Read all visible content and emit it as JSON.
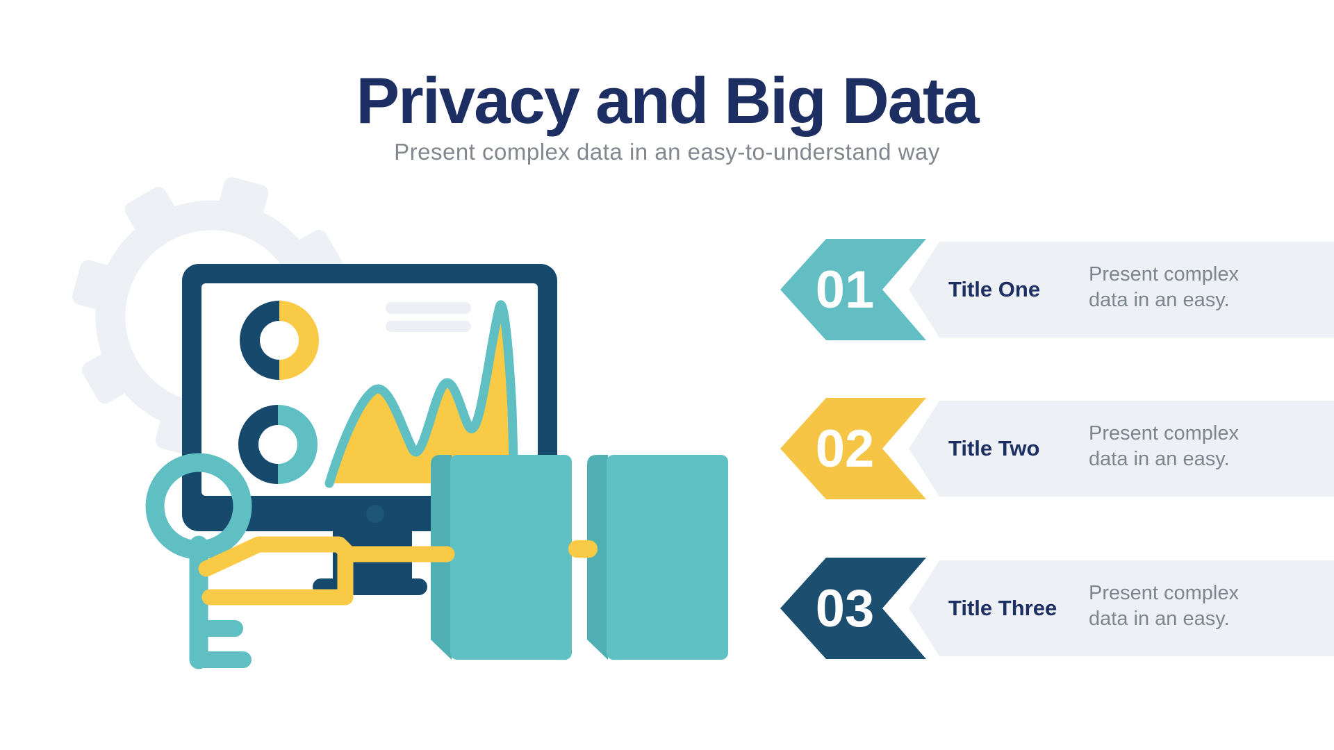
{
  "header": {
    "title": "Privacy and Big Data",
    "subtitle": "Present complex data in an easy-to-understand way"
  },
  "rows": [
    {
      "number": "01",
      "title": "Title One",
      "description": "Present complex\ndata in an easy.",
      "badge_color": "#62bec2"
    },
    {
      "number": "02",
      "title": "Title Two",
      "description": "Present complex\ndata in an easy.",
      "badge_color": "#f6c545"
    },
    {
      "number": "03",
      "title": "Title Three",
      "description": "Present complex\ndata in an easy.",
      "badge_color": "#1c4f6f"
    }
  ],
  "colors": {
    "navy": "#17496d",
    "navyLight": "#1e5679",
    "textNavy": "#1d2e63",
    "teal": "#5fbfc2",
    "tealFace": "#60c1c4",
    "tealSide": "#4fafb2",
    "yellow": "#f8ca45",
    "gear": "#edf1f6",
    "panel": "#edf1f6",
    "lightbar": "#eceff3",
    "gray": "#7c848e",
    "subtitleGray": "#82878e"
  },
  "illustration": {
    "elements": [
      "gear-icon",
      "monitor-icon",
      "donut-chart-icon",
      "area-chart-icon",
      "key-icon",
      "server-icon",
      "cable"
    ],
    "donut_top_halves": [
      "navy",
      "yellow"
    ],
    "donut_bottom_halves": [
      "navy",
      "teal"
    ],
    "screen_placeholder_bars": 2,
    "servers": 2
  }
}
